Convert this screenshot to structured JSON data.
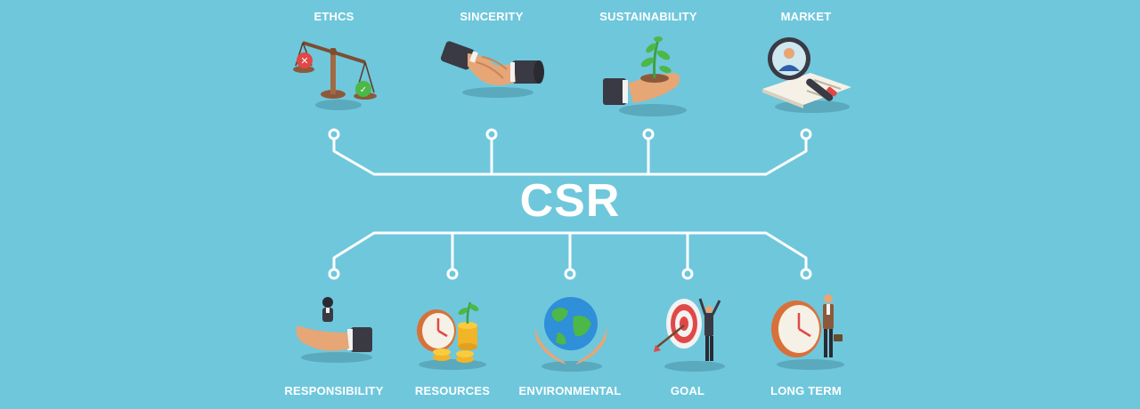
{
  "title": "CSR",
  "top_items": [
    {
      "label": "ETHCS",
      "icon": "scales-icon"
    },
    {
      "label": "SINCERITY",
      "icon": "handshake-icon"
    },
    {
      "label": "SUSTAINABILITY",
      "icon": "plant-in-hand-icon"
    },
    {
      "label": "MARKET",
      "icon": "magnifier-document-icon"
    }
  ],
  "bottom_items": [
    {
      "label": "RESPONSIBILITY",
      "icon": "person-on-hand-icon"
    },
    {
      "label": "RESOURCES",
      "icon": "clock-coins-icon"
    },
    {
      "label": "ENVIRONMENTAL",
      "icon": "globe-in-hands-icon"
    },
    {
      "label": "GOAL",
      "icon": "target-arrow-icon"
    },
    {
      "label": "LONG TERM",
      "icon": "clock-businessman-icon"
    }
  ],
  "colors": {
    "background": "#6fc7dc",
    "line": "#ffffff",
    "text": "#ffffff"
  }
}
